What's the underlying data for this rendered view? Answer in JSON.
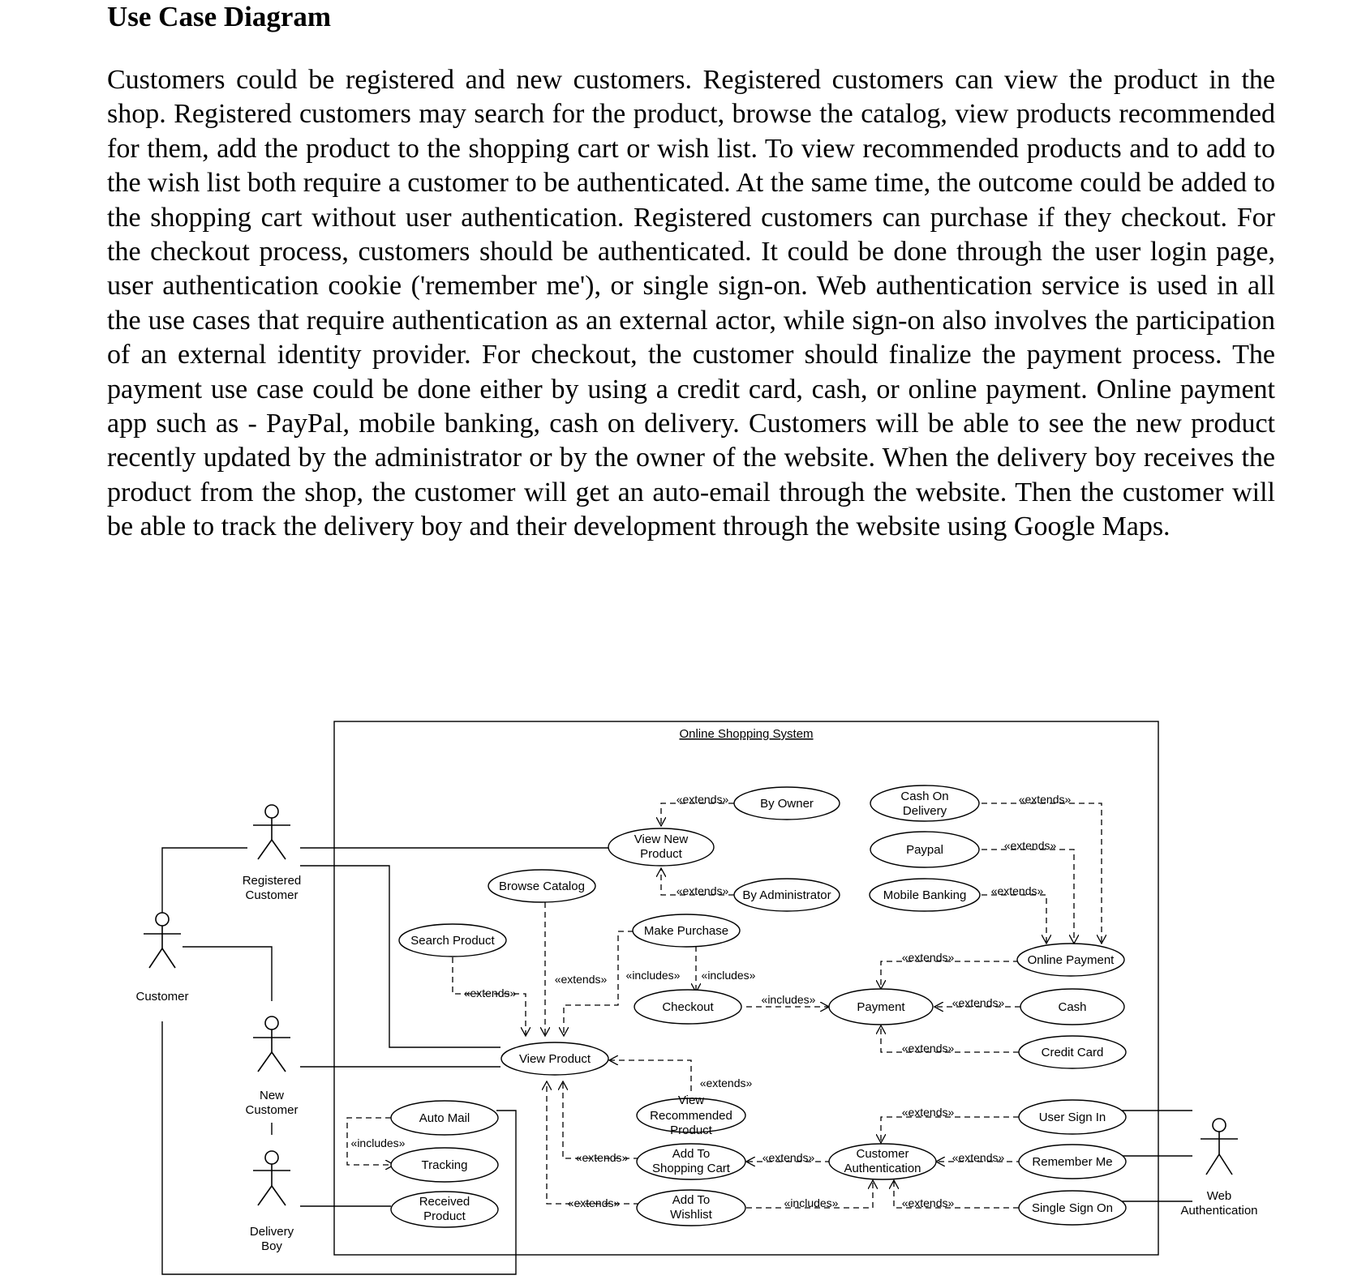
{
  "document": {
    "title": "Use Case Diagram",
    "paragraph": "Customers could be registered and new customers. Registered customers can view the product in the shop. Registered customers may search for the product, browse the catalog, view products recommended for them, add the product to the shopping cart or wish list. To view recommended products and to add to the wish list both require a customer to be authenticated. At the same time, the outcome could be added to the shopping cart without user authentication. Registered customers can purchase if they checkout. For the checkout process, customers should be authenticated. It could be done through the user login page, user authentication cookie ('remember me'), or single sign-on. Web authentication service is used in all the use cases that require authentication as an external actor, while sign-on also involves the participation of an external identity provider. For checkout, the customer should finalize the payment process. The payment use case could be done either by using a credit card, cash, or online payment. Online payment app such as - PayPal, mobile banking, cash on delivery. Customers will be able to see the new product recently updated by the administrator or by the owner of the website. When the delivery boy receives the product from the shop, the customer will get an auto-email through the website. Then the customer will be able to track the delivery boy and their development through the website using Google Maps."
  },
  "diagram": {
    "system_name": "Online Shopping System",
    "actors": {
      "registered_customer": [
        "Registered",
        "Customer"
      ],
      "customer": [
        "Customer"
      ],
      "new_customer": [
        "New",
        "Customer"
      ],
      "delivery_boy": [
        "Delivery",
        "Boy"
      ],
      "web_authentication": [
        "Web",
        "Authentication"
      ]
    },
    "use_cases": {
      "by_owner": [
        "By Owner"
      ],
      "view_new_product": [
        "View New",
        "Product"
      ],
      "by_administrator": [
        "By Administrator"
      ],
      "browse_catalog": [
        "Browse Catalog"
      ],
      "search_product": [
        "Search Product"
      ],
      "make_purchase": [
        "Make Purchase"
      ],
      "checkout": [
        "Checkout"
      ],
      "view_product": [
        "View Product"
      ],
      "cash_on_delivery": [
        "Cash On",
        "Delivery"
      ],
      "paypal": [
        "Paypal"
      ],
      "mobile_banking": [
        "Mobile Banking"
      ],
      "online_payment": [
        "Online Payment"
      ],
      "payment": [
        "Payment"
      ],
      "cash": [
        "Cash"
      ],
      "credit_card": [
        "Credit Card"
      ],
      "view_recommended_product": [
        "View",
        "Recommended",
        "Product"
      ],
      "add_to_shopping_cart": [
        "Add To",
        "Shopping Cart"
      ],
      "add_to_wishlist": [
        "Add To",
        "Wishlist"
      ],
      "customer_authentication": [
        "Customer",
        "Authentication"
      ],
      "user_sign_in": [
        "User Sign In"
      ],
      "remember_me": [
        "Remember Me"
      ],
      "single_sign_on": [
        "Single Sign On"
      ],
      "auto_mail": [
        "Auto Mail"
      ],
      "tracking": [
        "Tracking"
      ],
      "received_product": [
        "Received",
        "Product"
      ]
    },
    "stereotypes": {
      "extends": "«extends»",
      "includes": "«includes»"
    }
  }
}
